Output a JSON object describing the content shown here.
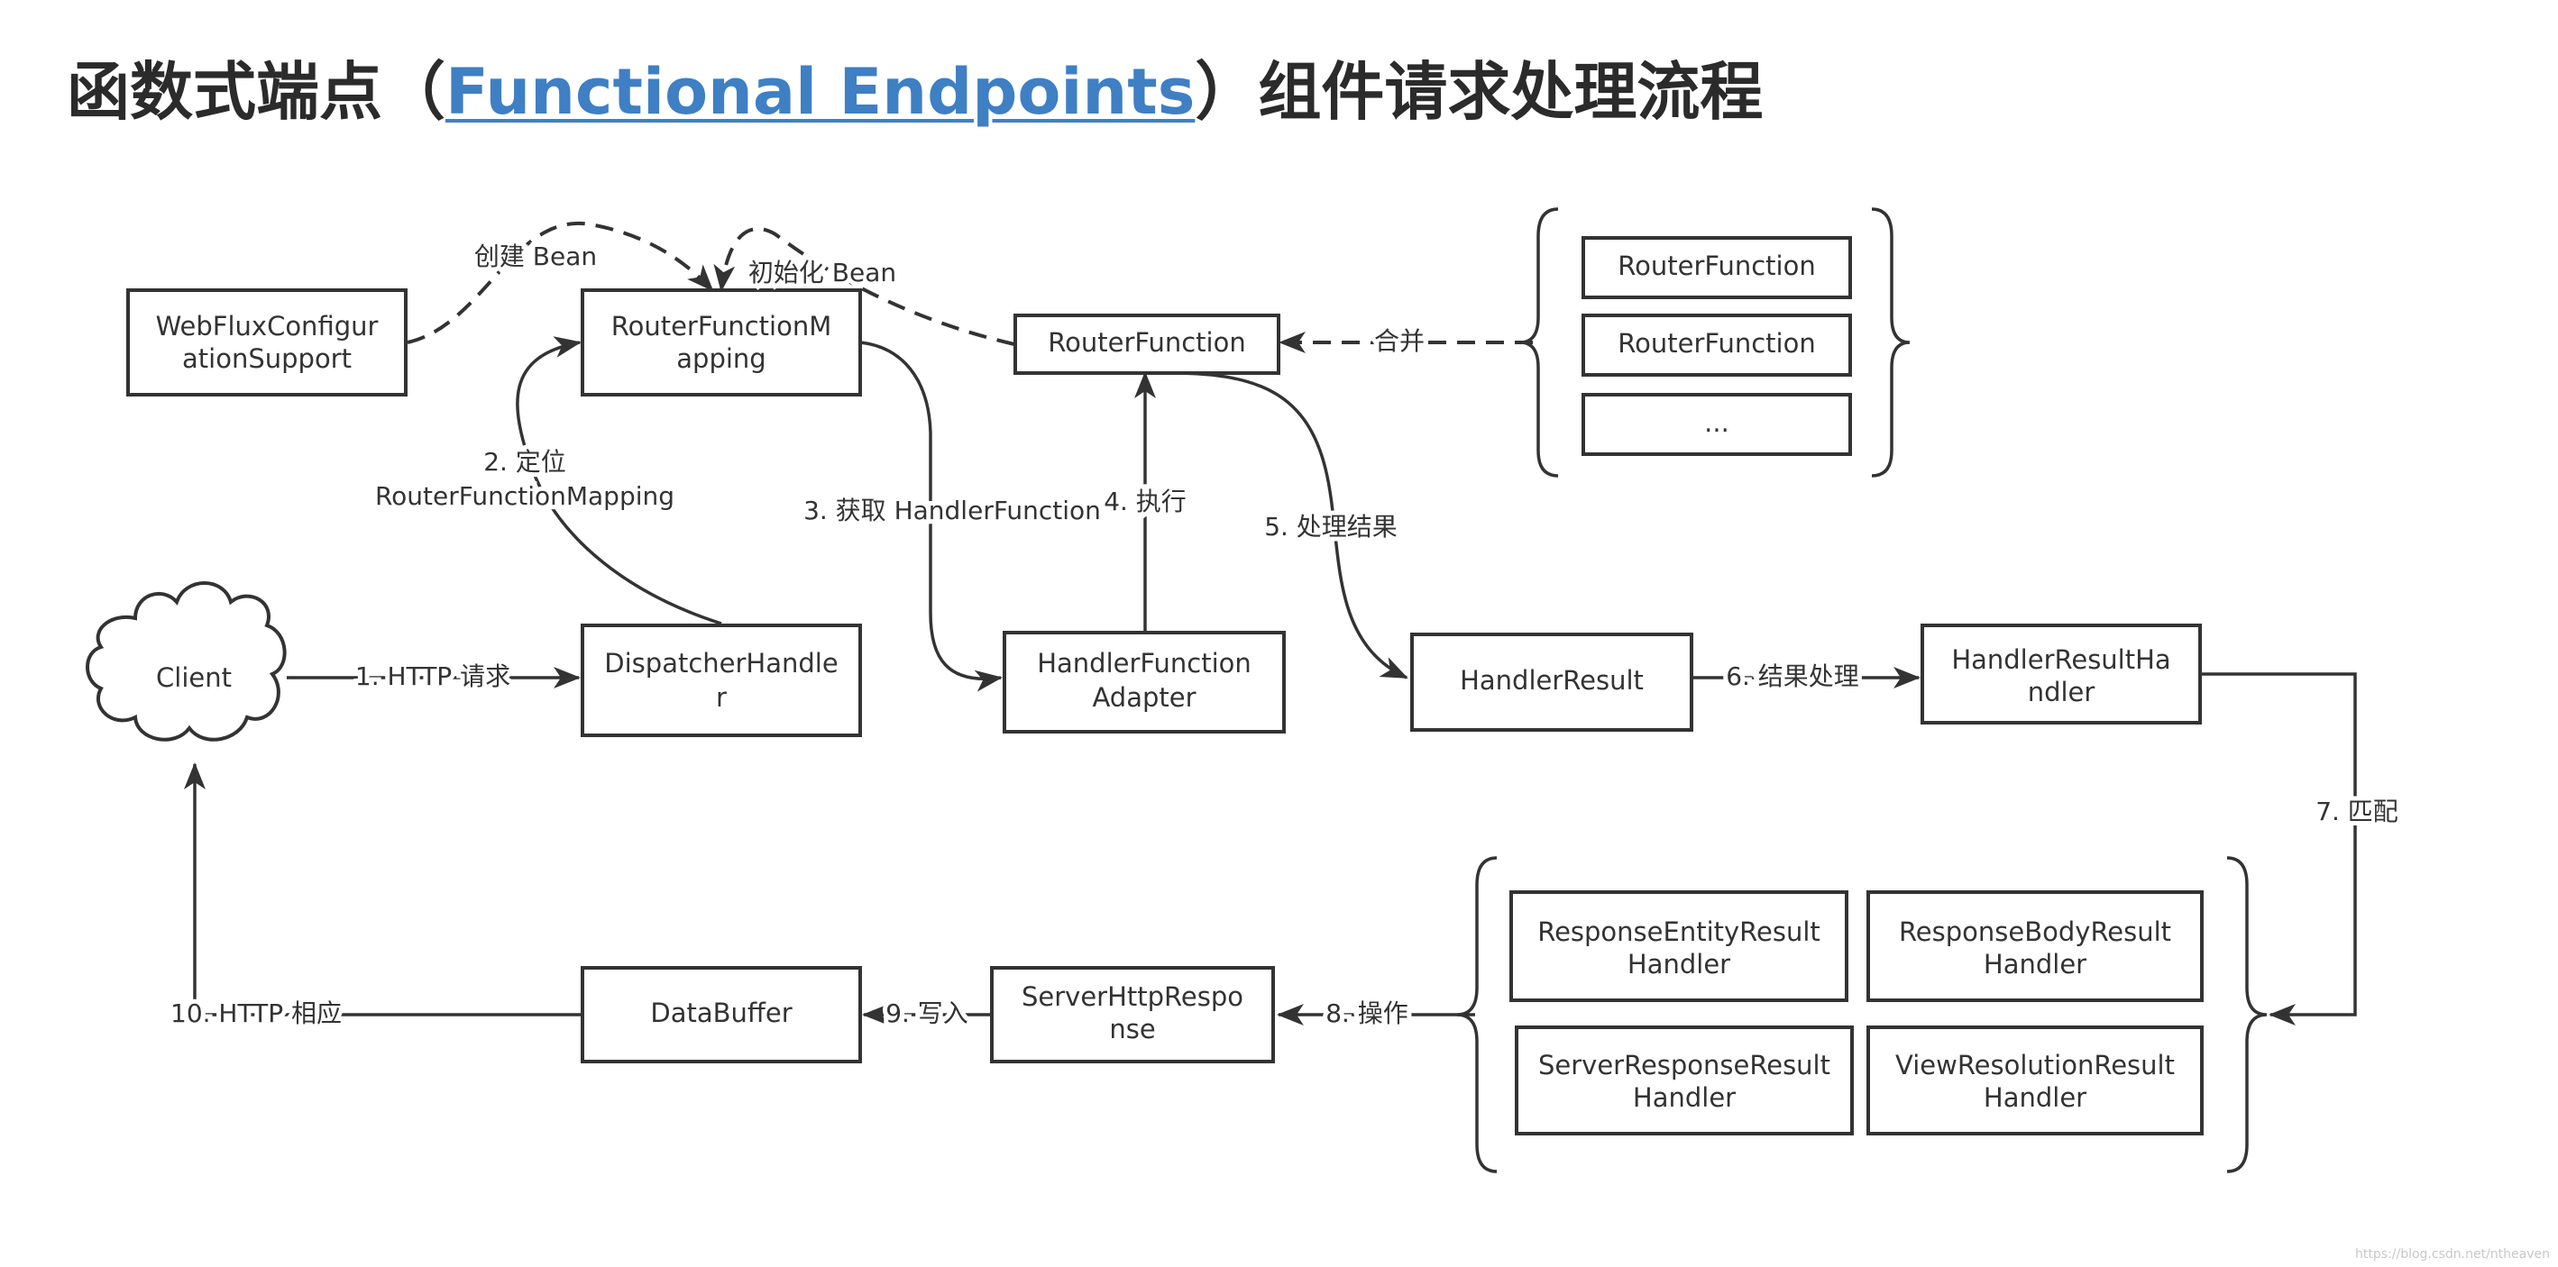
{
  "title": {
    "prefix": "函数式端点（",
    "link": "Functional Endpoints",
    "suffix": "）组件请求处理流程"
  },
  "boxes": {
    "webflux": [
      "WebFluxConfigur",
      "ationSupport"
    ],
    "rfm": [
      "RouterFunctionM",
      "apping"
    ],
    "rf_main": [
      "RouterFunction"
    ],
    "rf_a": [
      "RouterFunction"
    ],
    "rf_b": [
      "RouterFunction"
    ],
    "rf_c": [
      "..."
    ],
    "client": [
      "Client"
    ],
    "dispatcher": [
      "DispatcherHandle",
      "r"
    ],
    "hfa": [
      "HandlerFunction",
      "Adapter"
    ],
    "hr": [
      "HandlerResult"
    ],
    "hrh": [
      "HandlerResultHa",
      "ndler"
    ],
    "rerh": [
      "ResponseEntityResult",
      "Handler"
    ],
    "rbrh": [
      "ResponseBodyResult",
      "Handler"
    ],
    "srrh": [
      "ServerResponseResult",
      "Handler"
    ],
    "vrrh": [
      "ViewResolutionResult",
      "Handler"
    ],
    "shr": [
      "ServerHttpRespo",
      "nse"
    ],
    "databuffer": [
      "DataBuffer"
    ]
  },
  "labels": {
    "create_bean": "创建 Bean",
    "init_bean": "初始化 Bean",
    "merge": "合并",
    "locate_1": "2. 定位",
    "locate_2": "RouterFunctionMapping",
    "get_hf": "3. 获取 HandlerFunction",
    "execute": "4. 执行",
    "process_result": "5. 处理结果",
    "http_request": "1. HTTP 请求",
    "result_handle": "6. 结果处理",
    "match": "7. 匹配",
    "operate": "8. 操作",
    "write": "9. 写入",
    "http_response": "10. HTTP 相应"
  },
  "watermark": "https://blog.csdn.net/ntheaven"
}
